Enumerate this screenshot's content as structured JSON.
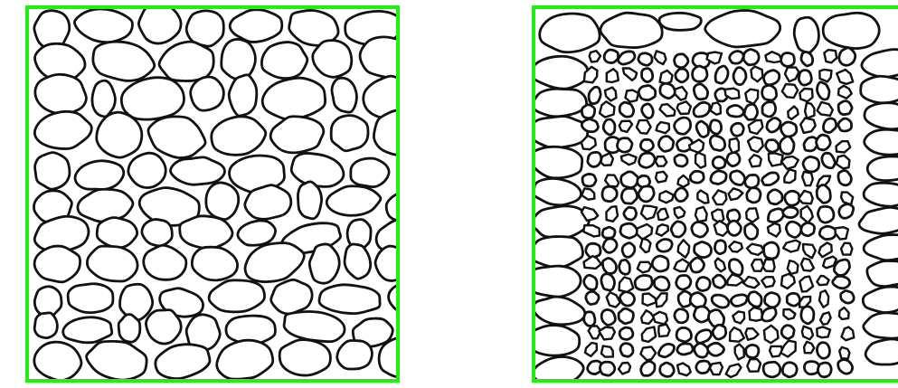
{
  "panels": [
    {
      "id": "left",
      "pattern": "uniform-large-grains"
    },
    {
      "id": "right",
      "pattern": "large-grains-at-edges-with-fine-angular-fragments-in-center"
    }
  ],
  "colors": {
    "border": "#22ee11",
    "grain_outline": "#111111",
    "grain_fill": "#ffffff",
    "background": "#ffffff"
  }
}
